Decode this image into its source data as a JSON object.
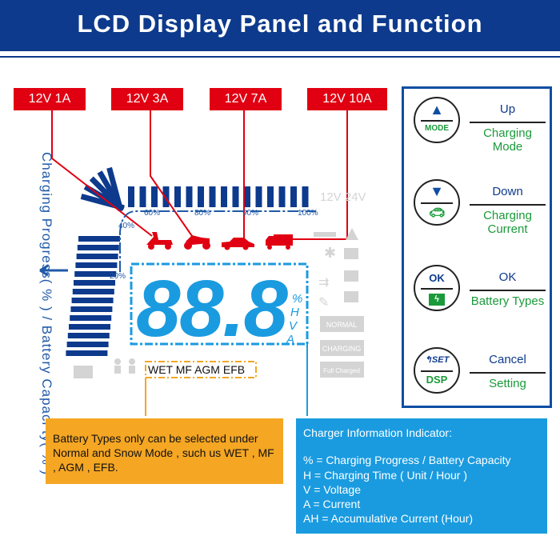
{
  "header": {
    "title": "LCD Display Panel and Function"
  },
  "current_labels": [
    "12V 1A",
    "12V 3A",
    "12V 7A",
    "12V 10A"
  ],
  "side_label": "Charging Progress( % ) / Battery Capaci ty( % )",
  "lcd": {
    "digits": "88.8",
    "units": [
      "%",
      "H",
      "V",
      "A"
    ],
    "percent_ticks": [
      "20%",
      "40%",
      "60%",
      "80%",
      "90%",
      "100%"
    ],
    "voltages": "12V 24V",
    "battery_types": "WET MF AGM EFB",
    "status": [
      "NORMAL",
      "CHARGING",
      "Full Charged"
    ]
  },
  "buttons": [
    {
      "top": "MODE",
      "label_top": "Up",
      "label_bottom": "Charging Mode"
    },
    {
      "top": "",
      "label_top": "Down",
      "label_bottom": "Charging Current"
    },
    {
      "top": "OK",
      "label_top": "OK",
      "label_bottom": "Battery Types"
    },
    {
      "top": "SET",
      "bottom": "DSP",
      "label_top": "Cancel",
      "label_bottom": "Setting"
    }
  ],
  "note_battery": "Battery Types only can be selected under Normal and Snow Mode , such us WET , MF , AGM  , EFB.",
  "info": {
    "title": "Charger Information Indicator:",
    "lines": [
      "% = Charging Progress / Battery Capacity",
      "H  = Charging Time ( Unit / Hour )",
      "V  = Voltage",
      "A  = Current",
      "AH = Accumulative Current (Hour)"
    ]
  },
  "colors": {
    "navy": "#0d3a8c",
    "red": "#e00012",
    "lcd_blue": "#1a9be0",
    "orange": "#f5a623",
    "green": "#1a9a3a"
  }
}
